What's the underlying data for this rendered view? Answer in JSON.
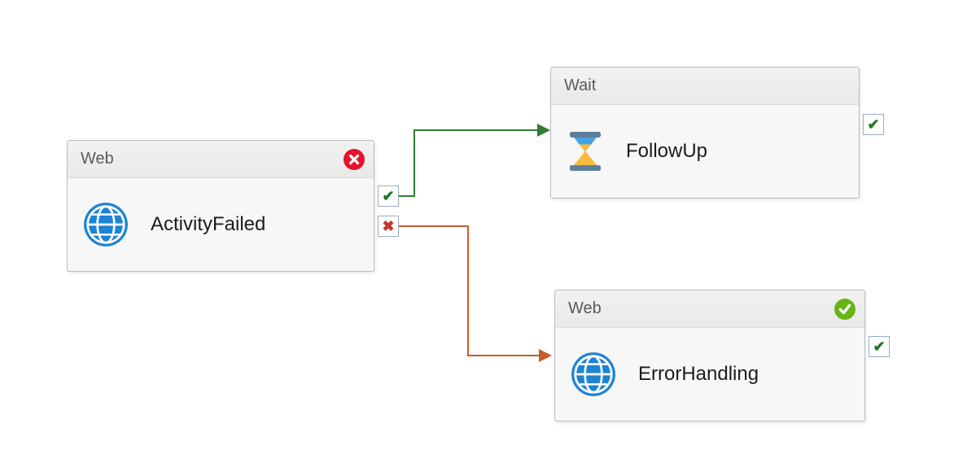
{
  "diagram": {
    "nodes": [
      {
        "type_label": "Web",
        "title": "ActivityFailed",
        "icon": "globe-icon",
        "badge": "error",
        "ports": [
          {
            "name": "success",
            "glyph": "✔"
          },
          {
            "name": "failure",
            "glyph": "✖"
          }
        ]
      },
      {
        "type_label": "Wait",
        "title": "FollowUp",
        "icon": "hourglass-icon",
        "badge": "none",
        "ports": [
          {
            "name": "success",
            "glyph": "✔"
          }
        ]
      },
      {
        "type_label": "Web",
        "title": "ErrorHandling",
        "icon": "globe-icon",
        "badge": "success",
        "ports": [
          {
            "name": "success",
            "glyph": "✔"
          }
        ]
      }
    ],
    "connectors": [
      {
        "from": "ActivityFailed.success",
        "to": "FollowUp",
        "color": "#2e7d32"
      },
      {
        "from": "ActivityFailed.failure",
        "to": "ErrorHandling",
        "color": "#c65b2c"
      }
    ],
    "colors": {
      "error_badge": "#e8112d",
      "success_badge": "#67b417",
      "port_check": "#1e7a1e",
      "port_cross": "#c0392b",
      "globe_blue": "#1d83d4",
      "node_border": "#bcbcbc",
      "header_bg": "#ececec",
      "body_bg": "#f7f7f7"
    }
  }
}
